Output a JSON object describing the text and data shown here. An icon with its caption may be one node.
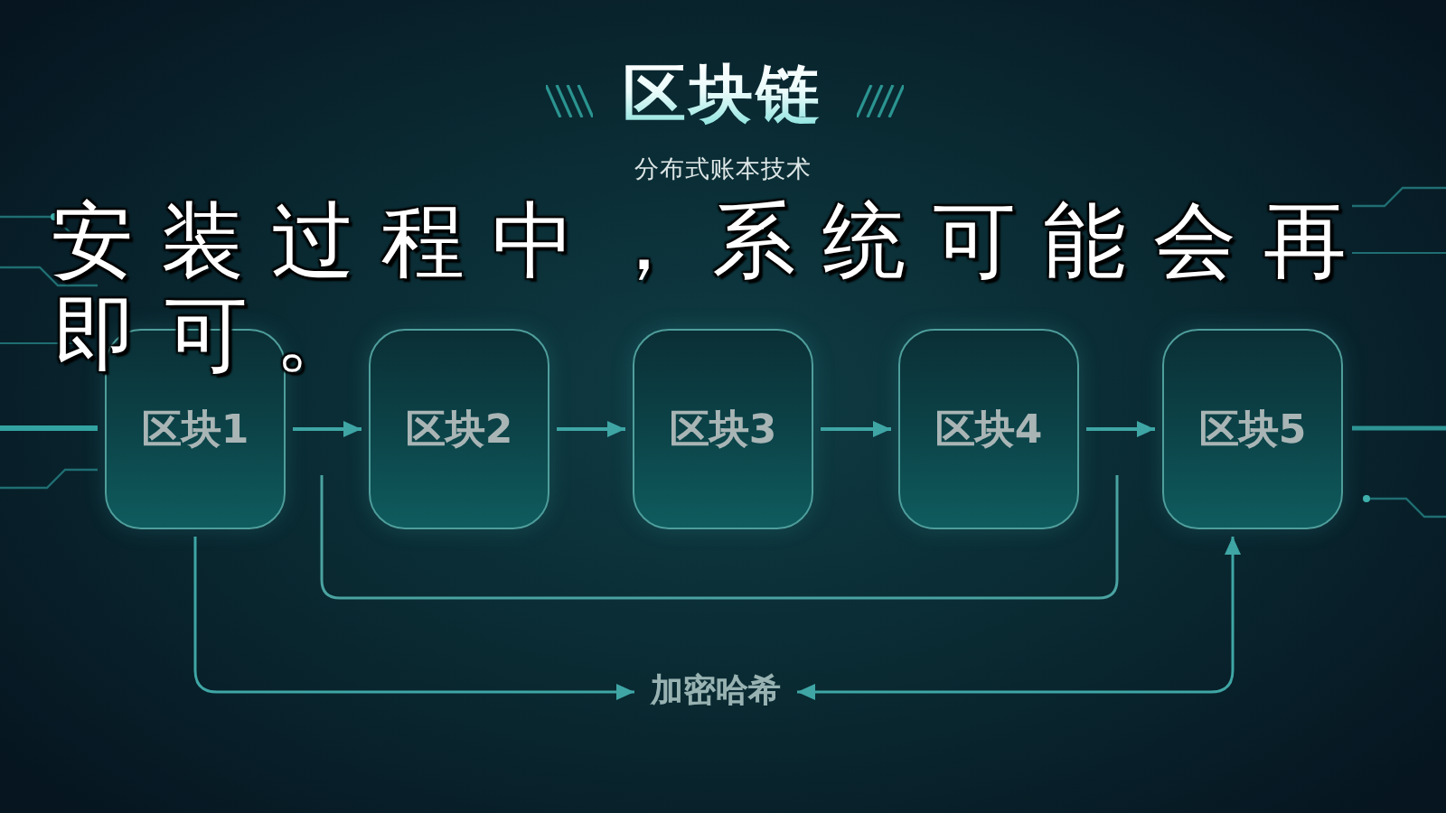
{
  "diagram": {
    "title": "区块链",
    "nodes": [
      {
        "text": [
          "区块1"
        ]
      },
      {
        "text": [
          "区块2"
        ]
      },
      {
        "text": [
          "区块3"
        ]
      },
      {
        "text": [
          "区块4"
        ]
      },
      {
        "text": [
          "区块5"
        ]
      },
      {
        "text": [
          "加密哈希"
        ]
      }
    ],
    "edges": [
      {
        "from": 0,
        "to": 1,
        "arrow": "to"
      },
      {
        "from": 1,
        "to": 2,
        "arrow": "to"
      },
      {
        "from": 2,
        "to": 3,
        "arrow": "to"
      },
      {
        "from": 3,
        "to": 4,
        "arrow": "to"
      },
      {
        "from": 0,
        "to": 5,
        "arrow": "to"
      },
      {
        "from": 4,
        "to": 5,
        "arrow": "both"
      }
    ],
    "labels": [
      "分布式账本技术",
      "安装过程中，系统可能会再",
      "即可。"
    ]
  }
}
